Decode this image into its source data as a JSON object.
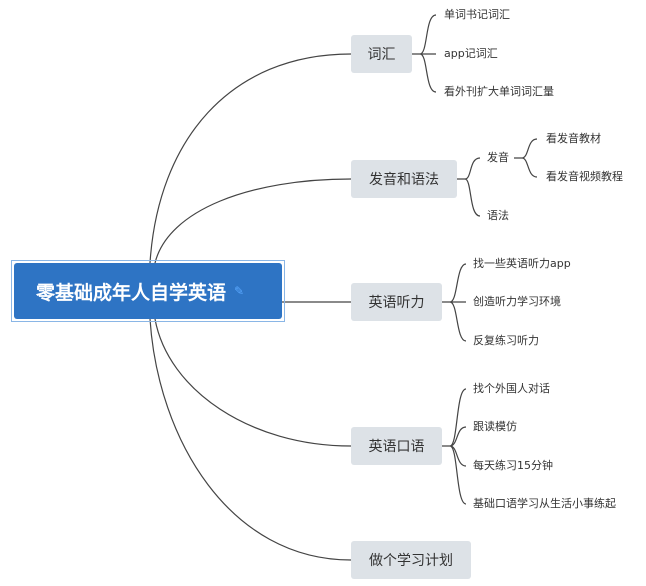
{
  "root": {
    "title": "零基础成年人自学英语"
  },
  "branches": [
    {
      "label": "词汇",
      "children": [
        "单词书记词汇",
        "app记词汇",
        "看外刊扩大单词词汇量"
      ]
    },
    {
      "label": "发音和语法",
      "children": [
        {
          "label": "发音",
          "children": [
            "看发音教材",
            "看发音视频教程"
          ]
        },
        {
          "label": "语法"
        }
      ]
    },
    {
      "label": "英语听力",
      "children": [
        "找一些英语听力app",
        "创造听力学习环境",
        "反复练习听力"
      ]
    },
    {
      "label": "英语口语",
      "children": [
        "找个外国人对话",
        "跟读模仿",
        "每天练习15分钟",
        "基础口语学习从生活小事练起"
      ]
    },
    {
      "label": "做个学习计划"
    }
  ],
  "colors": {
    "root_fill": "#2e74c4",
    "root_outline": "#8ab6e6",
    "branch_fill": "#dde2e7",
    "line": "#444444"
  }
}
